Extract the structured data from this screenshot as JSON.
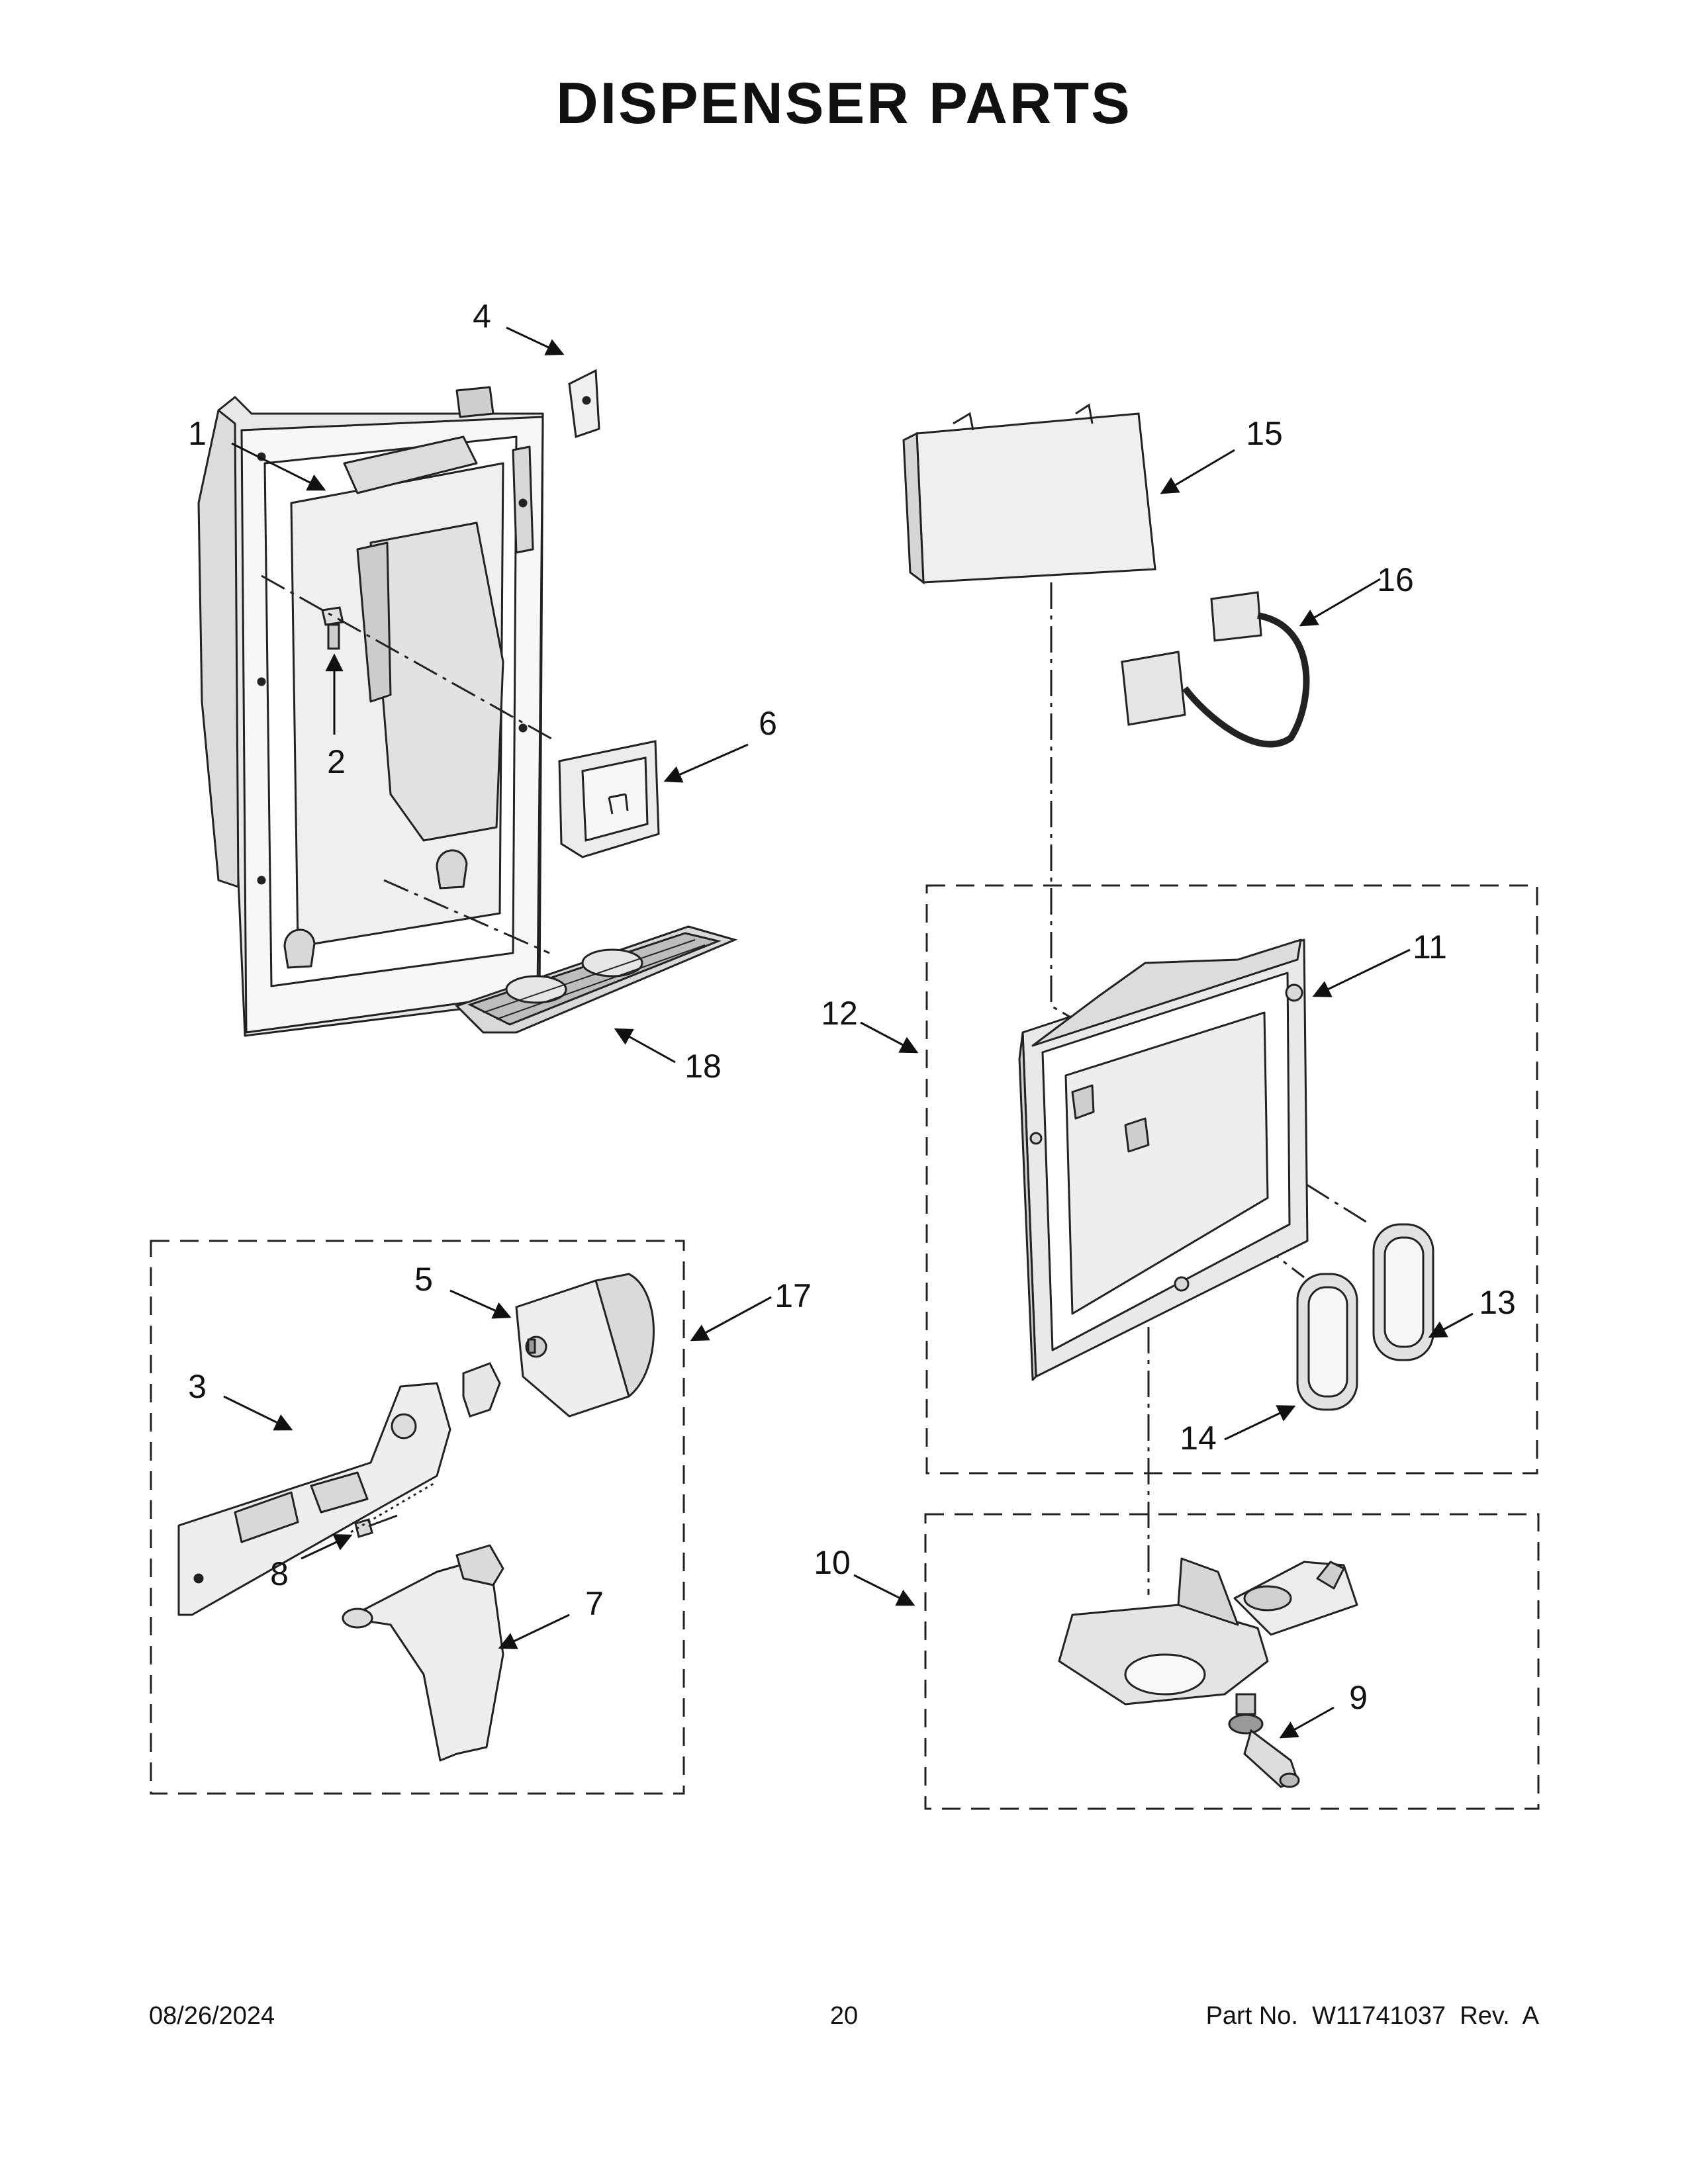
{
  "title": "DISPENSER PARTS",
  "callouts": [
    {
      "key": "c1",
      "label": "1"
    },
    {
      "key": "c2",
      "label": "2"
    },
    {
      "key": "c3",
      "label": "3"
    },
    {
      "key": "c4",
      "label": "4"
    },
    {
      "key": "c5",
      "label": "5"
    },
    {
      "key": "c6",
      "label": "6"
    },
    {
      "key": "c7",
      "label": "7"
    },
    {
      "key": "c8",
      "label": "8"
    },
    {
      "key": "c9",
      "label": "9"
    },
    {
      "key": "c10",
      "label": "10"
    },
    {
      "key": "c11",
      "label": "11"
    },
    {
      "key": "c12",
      "label": "12"
    },
    {
      "key": "c13",
      "label": "13"
    },
    {
      "key": "c14",
      "label": "14"
    },
    {
      "key": "c15",
      "label": "15"
    },
    {
      "key": "c16",
      "label": "16"
    },
    {
      "key": "c17",
      "label": "17"
    },
    {
      "key": "c18",
      "label": "18"
    }
  ],
  "footer": {
    "date": "08/26/2024",
    "page": "20",
    "part_number": "Part No.  W11741037  Rev.  A"
  }
}
